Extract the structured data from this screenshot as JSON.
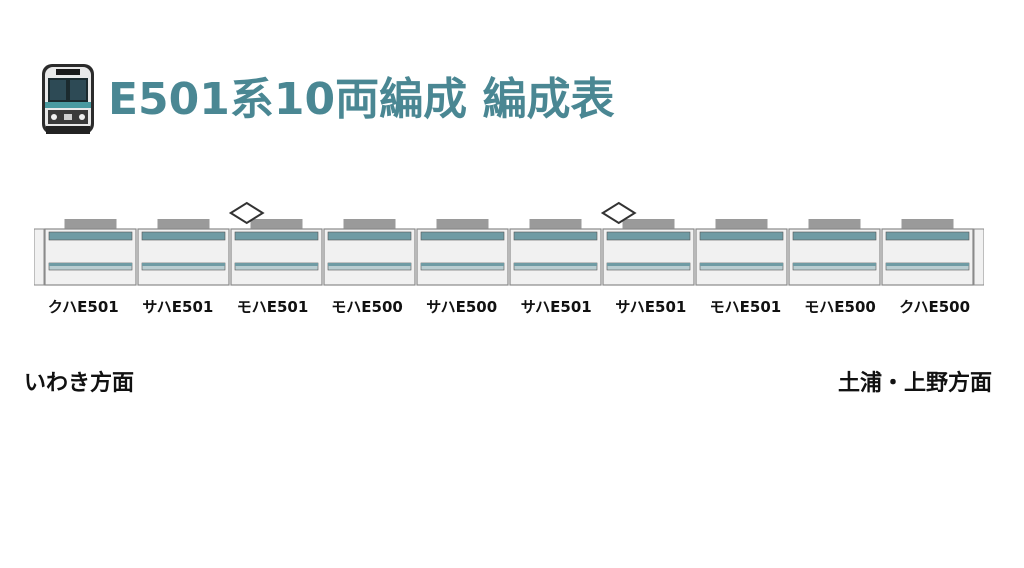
{
  "title": "E501系10両編成 編成表",
  "colors": {
    "title": "#4a8793",
    "stripe": "#6f9ba4",
    "stripe_light": "#b9cdd1",
    "car_body": "#f1f1f1",
    "car_border": "#8a8a8a",
    "roof_unit": "#9a9a9a"
  },
  "icons": {
    "train": "train-front-icon",
    "pantograph": "pantograph-icon"
  },
  "cars": [
    {
      "name": "クハE501",
      "pantograph": false
    },
    {
      "name": "サハE501",
      "pantograph": false
    },
    {
      "name": "モハE501",
      "pantograph": true
    },
    {
      "name": "モハE500",
      "pantograph": false
    },
    {
      "name": "サハE500",
      "pantograph": false
    },
    {
      "name": "サハE501",
      "pantograph": false
    },
    {
      "name": "サハE501",
      "pantograph": true
    },
    {
      "name": "モハE501",
      "pantograph": false
    },
    {
      "name": "モハE500",
      "pantograph": false
    },
    {
      "name": "クハE500",
      "pantograph": false
    }
  ],
  "direction_left": "いわき方面",
  "direction_right": "土浦・上野方面"
}
